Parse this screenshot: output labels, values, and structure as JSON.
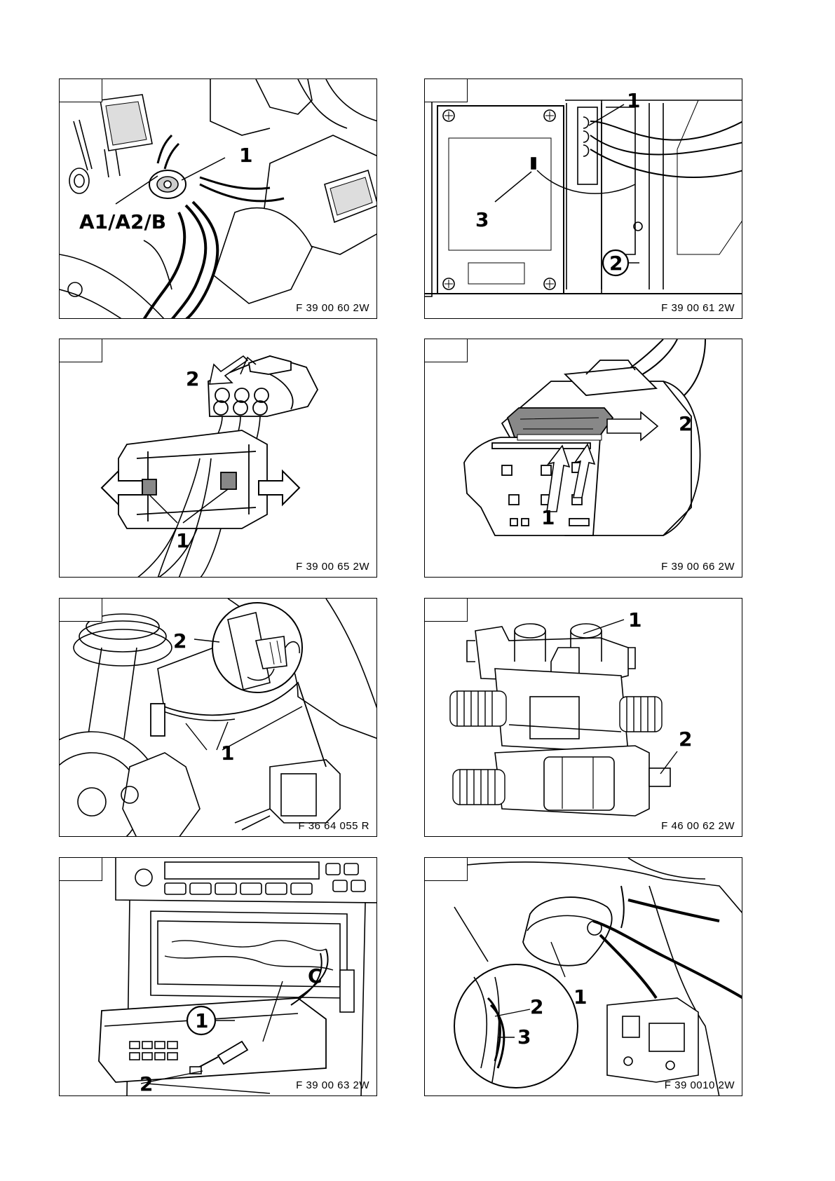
{
  "figures": [
    {
      "ref": "F 39 00 60 2W",
      "callouts": [
        "1",
        "A1/A2/B"
      ]
    },
    {
      "ref": "F 39 00 61 2W",
      "callouts": [
        "1",
        "3",
        "2"
      ]
    },
    {
      "ref": "F 39 00 65 2W",
      "callouts": [
        "2",
        "1"
      ]
    },
    {
      "ref": "F 39 00 66 2W",
      "callouts": [
        "2",
        "1"
      ]
    },
    {
      "ref": "F 36 64 055 R",
      "callouts": [
        "2",
        "1"
      ]
    },
    {
      "ref": "F 46 00 62 2W",
      "callouts": [
        "1",
        "2"
      ]
    },
    {
      "ref": "F 39 00 63 2W",
      "callouts": [
        "C",
        "1",
        "2"
      ]
    },
    {
      "ref": "F 39 0010 2W",
      "callouts": [
        "2",
        "3",
        "1"
      ]
    }
  ]
}
